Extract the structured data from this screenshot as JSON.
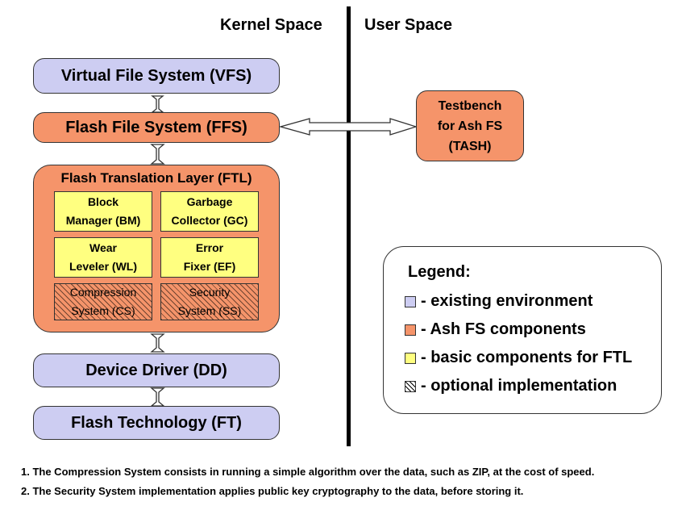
{
  "headers": {
    "kernel": "Kernel Space",
    "user": "User Space"
  },
  "boxes": {
    "vfs": "Virtual File System (VFS)",
    "ffs": "Flash File System (FFS)",
    "dd": "Device Driver (DD)",
    "ft": "Flash Technology (FT)",
    "tash": [
      "Testbench",
      "for Ash FS",
      "(TASH)"
    ]
  },
  "ftl": {
    "title": "Flash Translation Layer (FTL)",
    "components": [
      {
        "lines": [
          "Block",
          "Manager (BM)"
        ],
        "optional": false
      },
      {
        "lines": [
          "Garbage",
          "Collector (GC)"
        ],
        "optional": false
      },
      {
        "lines": [
          "Wear",
          "Leveler (WL)"
        ],
        "optional": false
      },
      {
        "lines": [
          "Error",
          "Fixer (EF)"
        ],
        "optional": false
      },
      {
        "lines": [
          "Compression",
          "System (CS)"
        ],
        "optional": true
      },
      {
        "lines": [
          "Security",
          "System (SS)"
        ],
        "optional": true
      }
    ]
  },
  "legend": {
    "title": "Legend:",
    "items": [
      {
        "swatch": "#cdcdf2",
        "label": "- existing environment"
      },
      {
        "swatch": "#f5946a",
        "label": "- Ash FS components"
      },
      {
        "swatch": "#ffff80",
        "label": "- basic components for FTL"
      },
      {
        "swatch": "hatch",
        "label": "- optional implementation"
      }
    ]
  },
  "notes": [
    "1. The Compression System consists in running a simple algorithm over the data, such as ZIP, at the cost of speed.",
    "2. The Security System implementation applies public key cryptography to the data, before storing it."
  ],
  "colors": {
    "existing": "#cdcdf2",
    "ash": "#f5946a",
    "basic": "#ffff80"
  }
}
